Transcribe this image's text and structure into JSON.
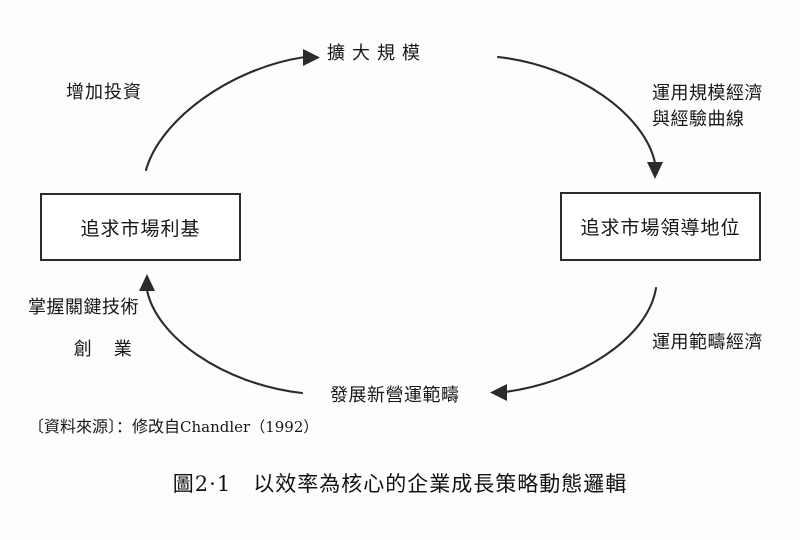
{
  "figure": {
    "caption_number": "圖2·1",
    "caption_title": "以效率為核心的企業成長策略動態邏輯",
    "source_note": "〔資料來源〕：修改自",
    "source_reference": "Chandler（1992）"
  },
  "nodes": [
    {
      "id": "market-niche",
      "label": "追求市場利基"
    },
    {
      "id": "market-leadership",
      "label": "追求市場領導地位"
    }
  ],
  "edge_labels": [
    {
      "id": "expand-scale",
      "text": "擴大規模"
    },
    {
      "id": "increase-investment",
      "text": "增加投資"
    },
    {
      "id": "economies-of-scale",
      "line1": "運用規模經濟",
      "line2": "與經驗曲線"
    },
    {
      "id": "economies-of-scope",
      "text": "運用範疇經濟"
    },
    {
      "id": "develop-new-business",
      "text": "發展新營運範疇"
    },
    {
      "id": "master-key-technology",
      "text": "掌握關鍵技術"
    },
    {
      "id": "start-business",
      "char1": "創",
      "char2": "業"
    }
  ],
  "colors": {
    "stroke": "#2b2b2b",
    "text": "#171717",
    "background": "#fdfdfc"
  },
  "arrows": [
    {
      "id": "arrow-niche-to-scale",
      "from": "market-niche",
      "to": "expand-scale",
      "direction": "right"
    },
    {
      "id": "arrow-scale-to-leadership",
      "from": "expand-scale",
      "to": "market-leadership",
      "direction": "down"
    },
    {
      "id": "arrow-leadership-to-newbiz",
      "from": "market-leadership",
      "to": "develop-new-business",
      "direction": "left"
    },
    {
      "id": "arrow-newbiz-to-niche",
      "from": "develop-new-business",
      "to": "market-niche",
      "direction": "up"
    }
  ]
}
